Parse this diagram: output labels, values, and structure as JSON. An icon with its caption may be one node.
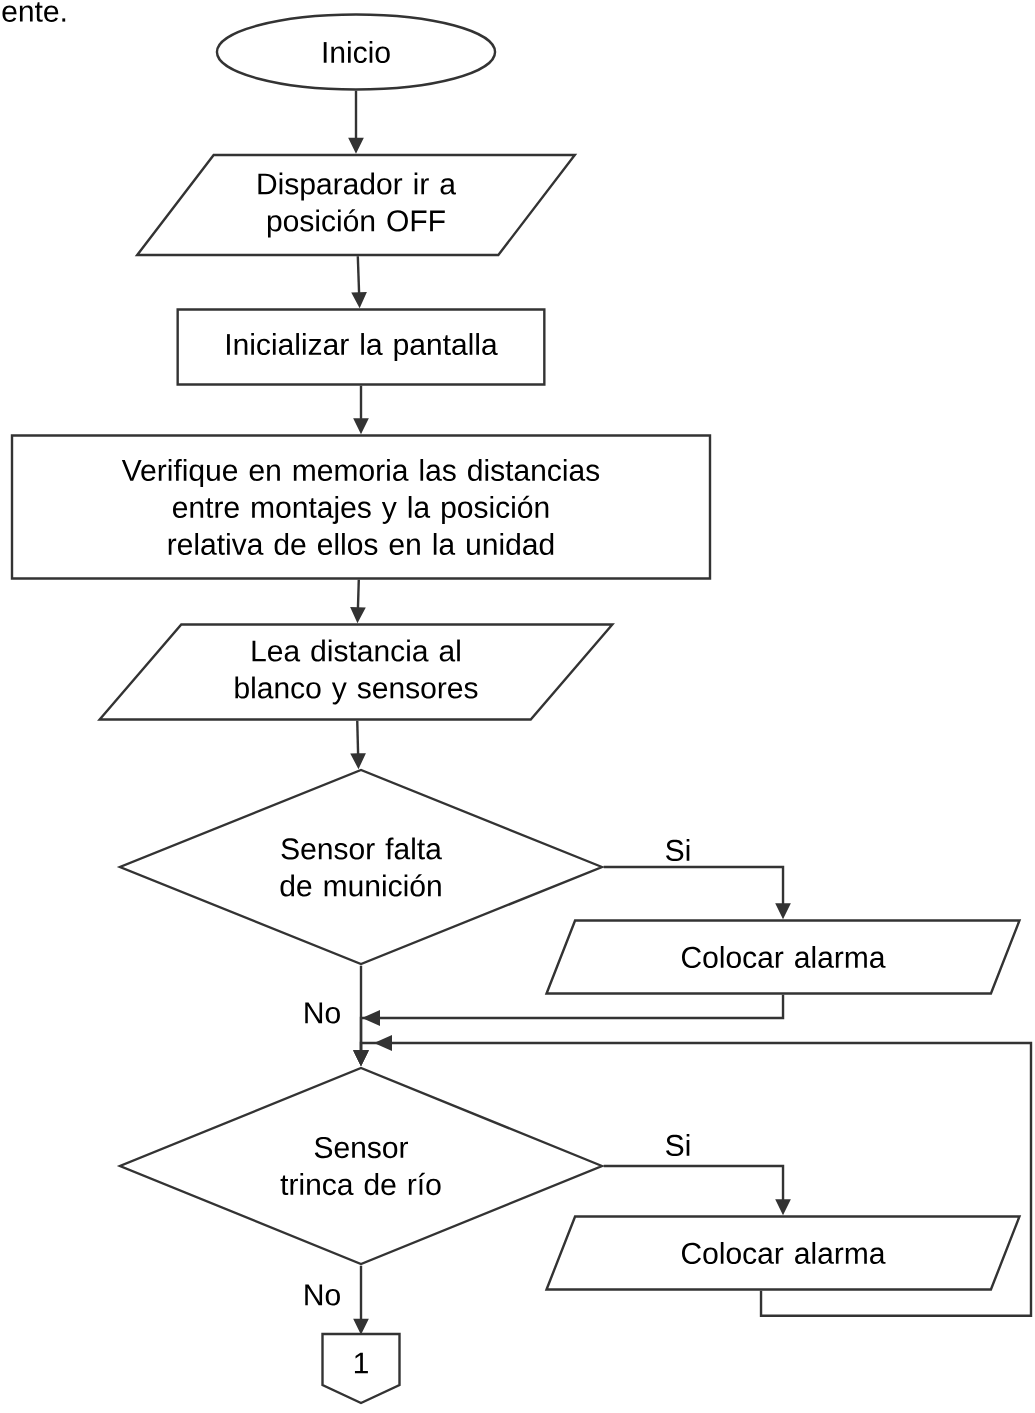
{
  "diagram": {
    "nodes": [
      {
        "text": [
          "Inicio"
        ]
      },
      {
        "text": [
          "Disparador ir a posición OFF"
        ]
      },
      {
        "text": [
          "Inicializar la pantalla"
        ]
      },
      {
        "text": [
          "Verifique en memoria las distancias entre montajes y la posición relativa de ellos en la unidad"
        ]
      },
      {
        "text": [
          "Lea distancia al blanco y sensores"
        ]
      },
      {
        "text": [
          "Sensor falta de munición"
        ]
      },
      {
        "text": [
          "Colocar alarma"
        ]
      },
      {
        "text": [
          "Sensor trinca de río"
        ]
      },
      {
        "text": [
          "Colocar alarma"
        ]
      },
      {
        "text": [
          "1"
        ]
      }
    ],
    "edges": [
      {
        "from": 0,
        "to": 1,
        "arrow": "to"
      },
      {
        "from": 1,
        "to": 2,
        "arrow": "to"
      },
      {
        "from": 2,
        "to": 3,
        "arrow": "to"
      },
      {
        "from": 3,
        "to": 4,
        "arrow": "to"
      },
      {
        "from": 4,
        "to": 5,
        "arrow": "to"
      },
      {
        "from": 5,
        "to": 6,
        "arrow": "to",
        "label": "Si"
      },
      {
        "from": 5,
        "to": 7,
        "arrow": "to",
        "label": "No"
      },
      {
        "from": 6,
        "to": 7,
        "arrow": "to"
      },
      {
        "from": 7,
        "to": 8,
        "arrow": "to",
        "label": "Si"
      },
      {
        "from": 7,
        "to": 9,
        "arrow": "to",
        "label": "No"
      },
      {
        "from": 8,
        "to": 7,
        "arrow": "to"
      }
    ],
    "labels": [
      "ente."
    ]
  }
}
